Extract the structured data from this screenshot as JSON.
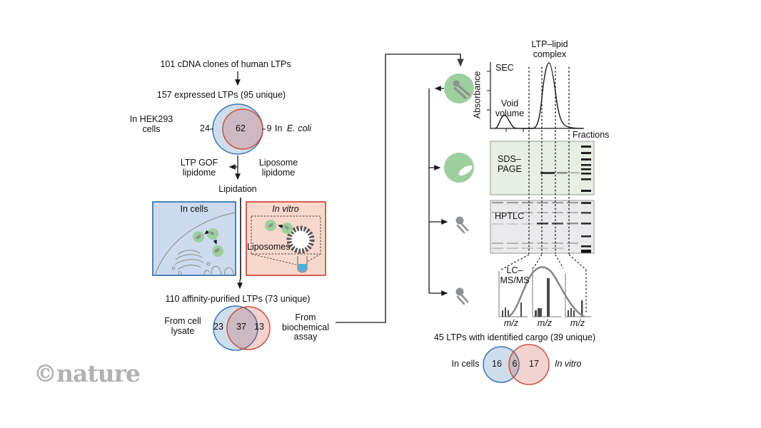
{
  "left_flow": {
    "title_cdna": "101 cDNA clones of human LTPs",
    "title_expressed": "157 expressed LTPs (95 unique)",
    "venn_expressed": {
      "left_label_line1": "In HEK293",
      "left_label_line2": "cells",
      "left_count": "24",
      "overlap_count": "62",
      "right_count": "9",
      "right_label_prefix": "In",
      "right_label_species": "E. coli"
    },
    "branch_left_line1": "LTP GOF",
    "branch_left_line2": "lipidome",
    "branch_right_line1": "Liposome",
    "branch_right_line2": "lipidome",
    "lipidation": "Lipidation",
    "in_cells_title": "In cells",
    "in_vitro_title": "In vitro",
    "liposomes_label": "Liposomes",
    "title_purified": "110 affinity-purified LTPs (73 unique)",
    "venn_purified": {
      "left_label_line1": "From cell",
      "left_label_line2": "lysate",
      "left_count": "23",
      "overlap_count": "37",
      "right_count": "13",
      "right_label_line1": "From",
      "right_label_line2": "biochemical",
      "right_label_line3": "assay"
    }
  },
  "right_flow": {
    "sec": {
      "label": "SEC",
      "ylabel": "Absorbance",
      "xlabel": "Fractions",
      "peak_label_line1": "LTP–lipid",
      "peak_label_line2": "complex",
      "void_label_line1": "Void",
      "void_label_line2": "volume"
    },
    "sds_page": {
      "label_line1": "SDS–",
      "label_line2": "PAGE"
    },
    "hptlc": {
      "label": "HPTLC"
    },
    "lcms": {
      "label_line1": "LC–",
      "label_line2": "MS/MS",
      "mz_label": "m/z"
    },
    "title_cargo": "45 LTPs with identified cargo (39 unique)",
    "venn_cargo": {
      "left_label": "In cells",
      "left_count": "16",
      "overlap_count": "6",
      "right_count": "17",
      "right_label": "In vitro"
    }
  },
  "logo": "©nature",
  "colors": {
    "venn_blue_stroke": "#3a76b5",
    "venn_blue_fill": "#ccdcee",
    "venn_red_stroke": "#cd5140",
    "venn_red_fill": "#f8d8cc",
    "green_protein": "#9ecf9f",
    "lipid_gray": "#8f9194",
    "sds_gel_fill": "#e6efe1",
    "hptlc_gel_fill": "#eaeaec",
    "logo_gray": "#b2b2b2"
  }
}
